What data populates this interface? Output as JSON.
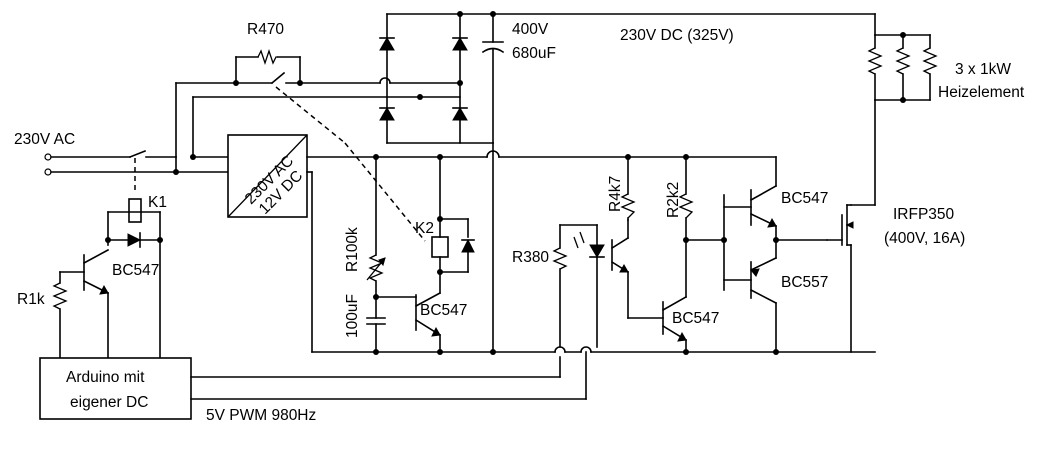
{
  "labels": {
    "input": "230V AC",
    "precharge_resistor": "R470",
    "cap_voltage": "400V",
    "cap_value": "680uF",
    "dc_bus": "230V DC (325V)",
    "heater_count": "3 x 1kW",
    "heater_name": "Heizelement",
    "relay1": "K1",
    "relay2": "K2",
    "transistor_k1": "BC547",
    "base_resistor_k1": "R1k",
    "converter_line1": "230V AC",
    "converter_line2": "12V DC",
    "timing_resistor": "R100k",
    "timing_cap": "100uF",
    "transistor_k2": "BC547",
    "opto_resistor": "R380",
    "pullup1": "R4k7",
    "pullup2": "R2k2",
    "transistor_inv": "BC547",
    "driver_npn": "BC547",
    "driver_pnp": "BC557",
    "mosfet_name": "IRFP350",
    "mosfet_rating": "(400V, 16A)",
    "arduino_line1": "Arduino mit",
    "arduino_line2": "eigener DC",
    "pwm": "5V PWM 980Hz"
  }
}
